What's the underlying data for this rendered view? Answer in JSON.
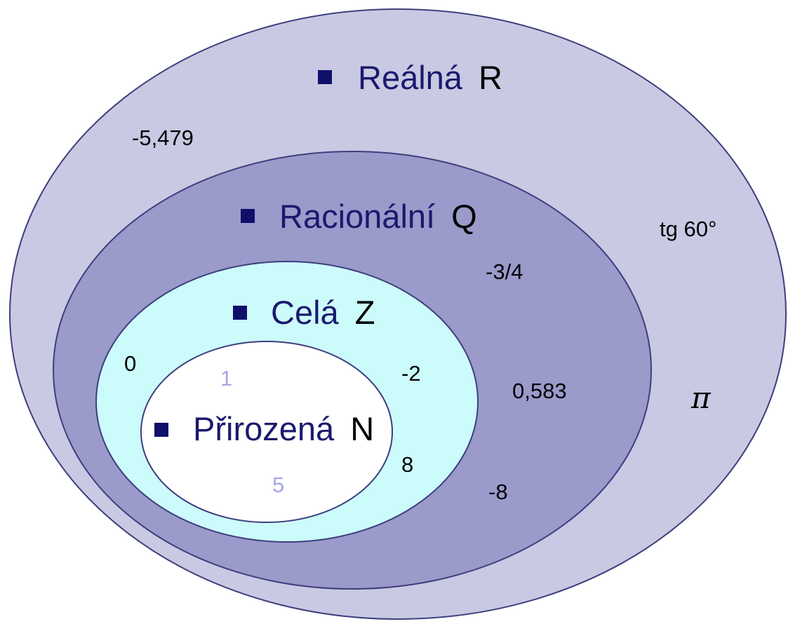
{
  "colors": {
    "real_fill": "#c9c9e3",
    "rational_fill": "#9a9acb",
    "integer_fill": "#ccfbfb",
    "natural_fill": "#ffffff",
    "outline": "#3e3e7e",
    "bullet": "#10106a",
    "label_name": "#1a1a6e",
    "natural_elements": "#a7a7e8"
  },
  "sets": {
    "real": {
      "name": "Reálná",
      "symbol": "R",
      "bullet_icon": "square-bullet-icon"
    },
    "rational": {
      "name": "Racionální",
      "symbol": "Q",
      "bullet_icon": "square-bullet-icon"
    },
    "integer": {
      "name": "Celá",
      "symbol": "Z",
      "bullet_icon": "square-bullet-icon"
    },
    "natural": {
      "name": "Přirozená",
      "symbol": "N",
      "bullet_icon": "square-bullet-icon"
    }
  },
  "elements": {
    "real": [
      "-5,479",
      "tg 60°",
      "π"
    ],
    "rational": [
      "-3/4",
      "0,583",
      "-8"
    ],
    "integer": [
      "0",
      "-2",
      "8"
    ],
    "natural": [
      "1",
      "5"
    ]
  }
}
